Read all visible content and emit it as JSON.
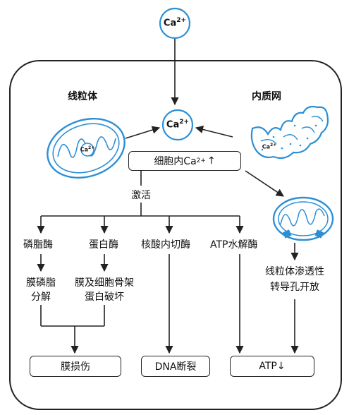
{
  "ca_outside": {
    "base": "Ca",
    "sup": "2+"
  },
  "ca_center": {
    "base": "Ca",
    "sup": "2+"
  },
  "ca_in_mito": {
    "base": "Ca",
    "sup": "2+"
  },
  "ca_in_er": {
    "base": "Ca",
    "sup": "2+"
  },
  "labels": {
    "mitochondria": "线粒体",
    "er": "内质网",
    "activation": "激活"
  },
  "increase_box": {
    "prefix": "细胞内Ca",
    "sup": "2+",
    "suffix": "↑"
  },
  "enzymes": [
    "磷脂酶",
    "蛋白酶",
    "核酸内切酶",
    "ATP水解酶"
  ],
  "effects": {
    "phospholipid": [
      "膜磷脂",
      "分解"
    ],
    "protein": [
      "膜及细胞骨架",
      "蛋白破坏"
    ],
    "mptp": [
      "线粒体渗透性",
      "转导孔开放"
    ]
  },
  "outcomes": {
    "membrane": "膜损伤",
    "dna": "DNA断裂",
    "atp": "ATP↓"
  },
  "colors": {
    "accent": "#2b8fd6",
    "line": "#222222"
  }
}
